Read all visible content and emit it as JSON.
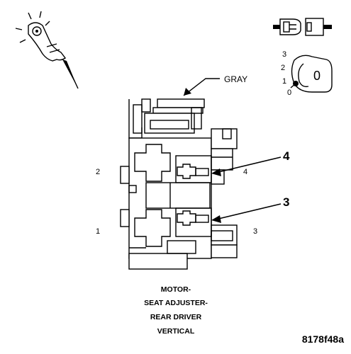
{
  "diagram": {
    "wire_color_label": "GRAY",
    "callouts": [
      "4",
      "3"
    ],
    "pin_labels": {
      "left_upper": "2",
      "left_lower": "1",
      "right_upper": "4",
      "right_lower": "3"
    },
    "switch_positions": [
      "3",
      "2",
      "1",
      "0"
    ],
    "switch_knob_label": "0",
    "title_lines": [
      "MOTOR-",
      "SEAT ADJUSTER-",
      "REAR DRIVER",
      "VERTICAL"
    ],
    "figure_id": "8178f48a"
  },
  "icons": [
    "test-probe-icon",
    "ignition-key-icon",
    "ignition-switch-icon"
  ]
}
